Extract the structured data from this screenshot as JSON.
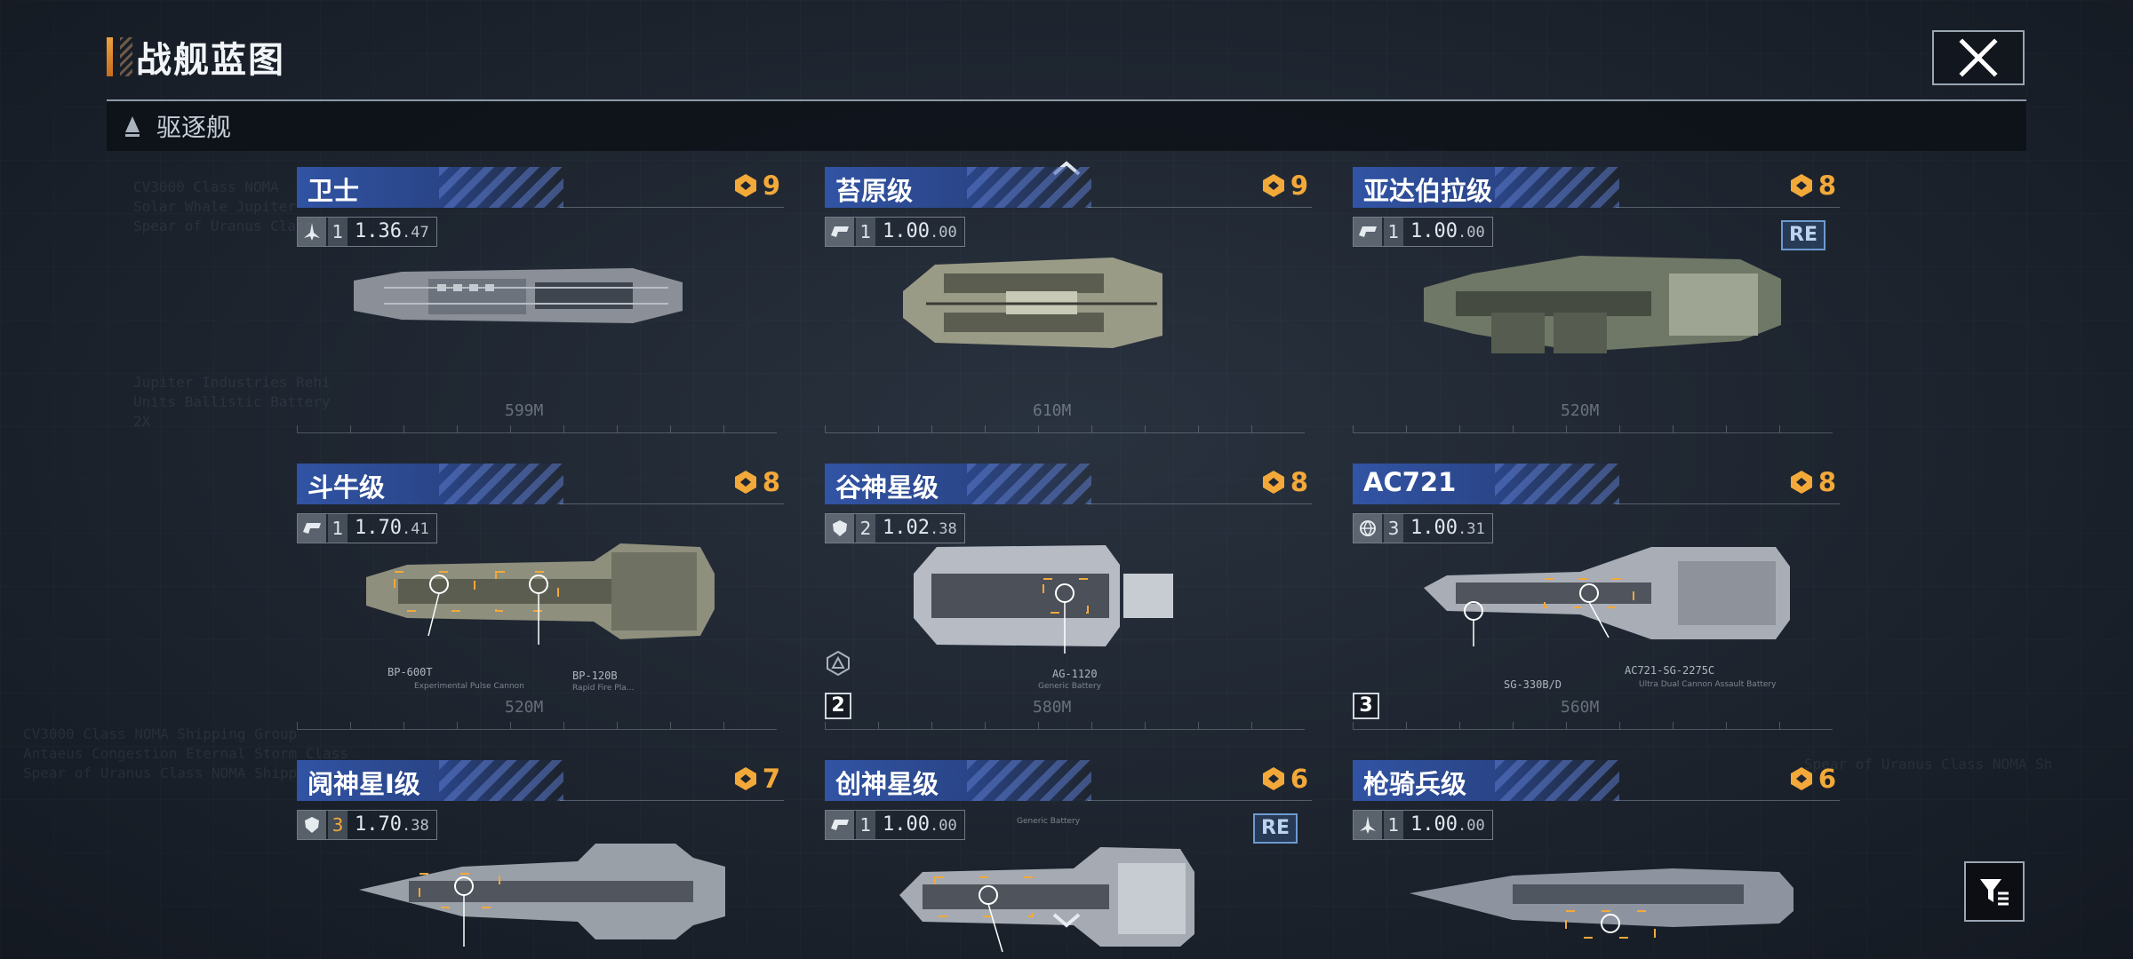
{
  "header": {
    "title": "战舰蓝图"
  },
  "category": {
    "label": "驱逐舰"
  },
  "background_text": {
    "block1": "CV3000 Class NOMA\nSolar Whale Jupiter\nSpear of Uranus Class",
    "block2": "Jupiter Industries Rehi\nUnits Ballistic Battery\n2X",
    "block3": "CV3000 Class NOMA Shipping Group\nAntaeus Congestion Eternal Storm Class\nSpear of Uranus Class NOMA Shipping",
    "block4": "Spear of Uranus Class NOMA Sh"
  },
  "ships": [
    {
      "name": "卫士",
      "rank": "9",
      "type_icon": "fighter-icon",
      "level": "1",
      "ratio_main": "1.36",
      "ratio_sub": ".47",
      "length": "599M",
      "re": false,
      "slot": "",
      "weapons": []
    },
    {
      "name": "苔原级",
      "rank": "9",
      "type_icon": "frigate-icon",
      "level": "1",
      "ratio_main": "1.00",
      "ratio_sub": ".00",
      "length": "610M",
      "re": false,
      "slot": "",
      "weapons": []
    },
    {
      "name": "亚达伯拉级",
      "rank": "8",
      "type_icon": "frigate-icon",
      "level": "1",
      "ratio_main": "1.00",
      "ratio_sub": ".00",
      "length": "520M",
      "re": true,
      "re_label": "RE",
      "slot": "",
      "weapons": []
    },
    {
      "name": "斗牛级",
      "rank": "8",
      "type_icon": "frigate-icon",
      "level": "1",
      "ratio_main": "1.70",
      "ratio_sub": ".41",
      "length": "520M",
      "re": false,
      "slot": "",
      "weapons": [
        {
          "code": "BP-600T",
          "desc": "Experimental Pulse Cannon"
        },
        {
          "code": "BP-120B",
          "desc": "Rapid Fire Pla..."
        }
      ]
    },
    {
      "name": "谷神星级",
      "rank": "8",
      "type_icon": "shield-icon",
      "level": "2",
      "ratio_main": "1.02",
      "ratio_sub": ".38",
      "length": "580M",
      "re": false,
      "slot": "2",
      "weapons": [
        {
          "code": "AG-1120",
          "desc": "Generic Battery"
        }
      ]
    },
    {
      "name": "AC721",
      "rank": "8",
      "type_icon": "globe-icon",
      "level": "3",
      "ratio_main": "1.00",
      "ratio_sub": ".31",
      "length": "560M",
      "re": false,
      "slot": "3",
      "weapons": [
        {
          "code": "SG-330B/D",
          "desc": ""
        },
        {
          "code": "AC721-SG-2275C",
          "desc": "Ultra Dual Cannon Assault Battery"
        }
      ]
    },
    {
      "name": "阋神星I级",
      "rank": "7",
      "type_icon": "shield-icon",
      "level": "3",
      "level_gold": true,
      "ratio_main": "1.70",
      "ratio_sub": ".38",
      "length": "",
      "re": false,
      "slot": "",
      "weapons": []
    },
    {
      "name": "创神星级",
      "rank": "6",
      "type_icon": "frigate-icon",
      "level": "1",
      "ratio_main": "1.00",
      "ratio_sub": ".00",
      "length": "",
      "re": true,
      "re_label": "RE",
      "slot": "",
      "weapons": [
        {
          "code": "",
          "desc": "Generic Battery"
        }
      ]
    },
    {
      "name": "枪骑兵级",
      "rank": "6",
      "type_icon": "fighter-icon",
      "level": "1",
      "ratio_main": "1.00",
      "ratio_sub": ".00",
      "length": "",
      "re": false,
      "slot": "",
      "weapons": []
    }
  ],
  "colors": {
    "accent": "#f2a93a",
    "card_blue": "#3256aa",
    "background": "#1f2631"
  }
}
